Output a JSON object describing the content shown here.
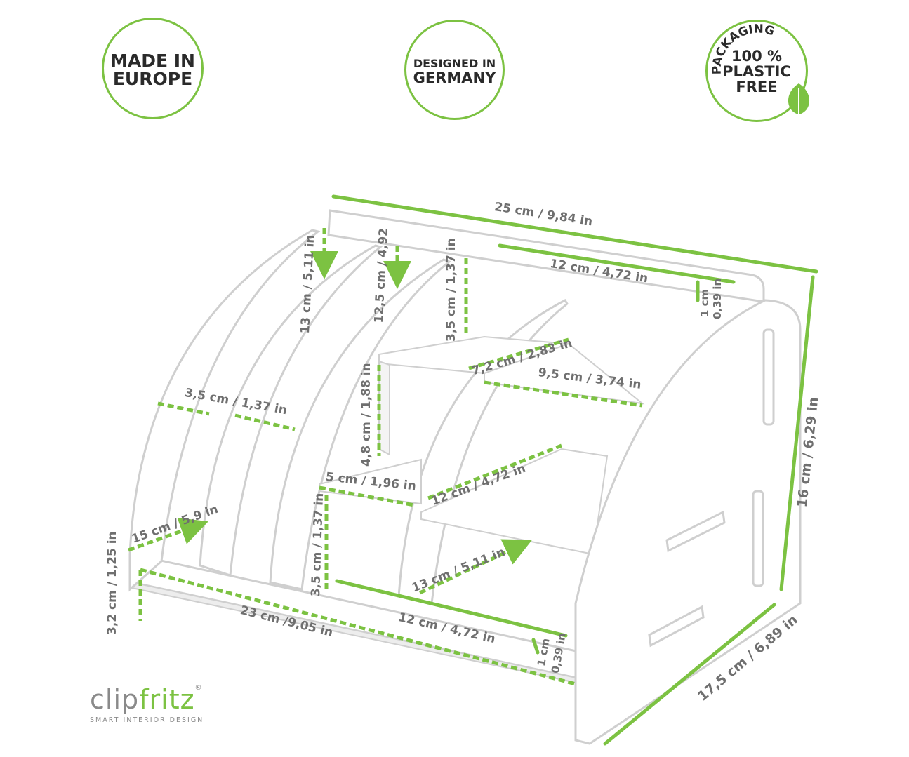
{
  "badges": {
    "made_in": "MADE IN",
    "europe": "EUROPE",
    "designed_in": "DESIGNED IN",
    "germany": "GERMANY",
    "packaging": "PACKAGING",
    "percent": "100 %",
    "plastic": "PLASTIC",
    "free": "FREE"
  },
  "dimensions": {
    "total_length": "25 cm / 9,84 in",
    "back_slot_length": "12 cm / 4,72 in",
    "back_slot_gap": "1 cm",
    "back_slot_gap_in": "0,39 in",
    "height": "16 cm / 6,29 in",
    "depth": "17,5 cm / 6,89 in",
    "arc_13": "13 cm / 5,11 in",
    "arc_12_5": "12,5 cm / 4,92",
    "upper_shelf_height": "3,5 cm / 1,37 in",
    "small_shelf_depth": "7,2 cm / 2,83 in",
    "top_shelf_width": "9,5 cm / 3,74 in",
    "compartment_1": "3,5 cm / 1,37 in",
    "middle_height": "4,8 cm / 1,88 in",
    "shelf_5": "5 cm / 1,96 in",
    "shelf_12": "12 cm / 4,72 in",
    "left_depth": "15 cm / 5,9 in",
    "lower_height": "3,5 cm / 1,37 in",
    "bottom_depth": "13 cm / 5,11 in",
    "front_height": "3,2 cm / 1,25 in",
    "base_length": "23 cm /9,05 in",
    "front_slot_length": "12 cm / 4,72 in",
    "front_slot_gap": "1 cm",
    "front_slot_gap_in": "0,39 in"
  },
  "logo": {
    "word_plain": "clip",
    "word_accent": "fritz",
    "reg": "®",
    "tagline": "SMART INTERIOR DESIGN"
  },
  "colors": {
    "accent": "#7cc242",
    "text_gray": "#6f6f6f",
    "outline": "#c9c9c9"
  }
}
